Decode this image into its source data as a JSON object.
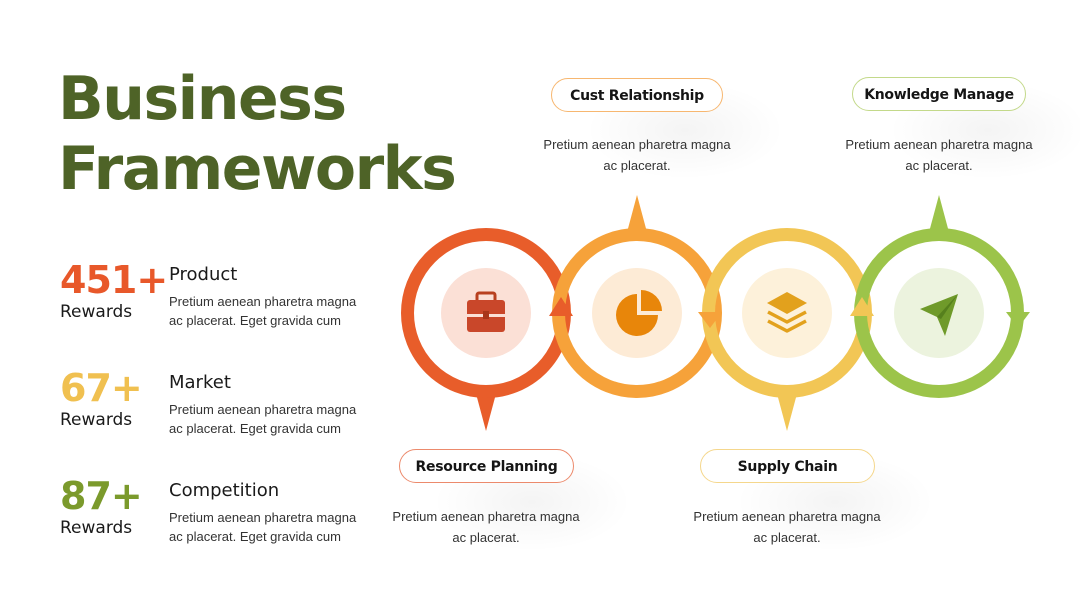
{
  "title": {
    "line1": "Business",
    "line2": "Frameworks"
  },
  "stats": [
    {
      "value": "451+",
      "unit": "Rewards",
      "heading": "Product",
      "description": "Pretium aenean pharetra magna ac placerat. Eget gravida cum",
      "color": "#e8582a"
    },
    {
      "value": "67+",
      "unit": "Rewards",
      "heading": "Market",
      "description": "Pretium aenean pharetra magna ac placerat. Eget gravida cum",
      "color": "#f0c050"
    },
    {
      "value": "87+",
      "unit": "Rewards",
      "heading": "Competition",
      "description": "Pretium aenean pharetra magna ac placerat. Eget gravida cum",
      "color": "#7b9a2c"
    }
  ],
  "nodes": [
    {
      "label": "Resource Planning",
      "description": "Pretium aenean pharetra magna ac placerat.",
      "icon": "briefcase-icon",
      "color": "#e85d2a",
      "inner": "#fbe0d6"
    },
    {
      "label": "Cust Relationship",
      "description": "Pretium aenean pharetra magna ac placerat.",
      "icon": "pie-chart-icon",
      "color": "#f6a23a",
      "inner": "#fdebd6"
    },
    {
      "label": "Supply Chain",
      "description": "Pretium aenean pharetra magna ac placerat.",
      "icon": "layers-icon",
      "color": "#f2c655",
      "inner": "#fdf1da"
    },
    {
      "label": "Knowledge Manage",
      "description": "Pretium aenean pharetra magna ac placerat.",
      "icon": "send-icon",
      "color": "#9cc44a",
      "inner": "#ecf3de"
    }
  ]
}
